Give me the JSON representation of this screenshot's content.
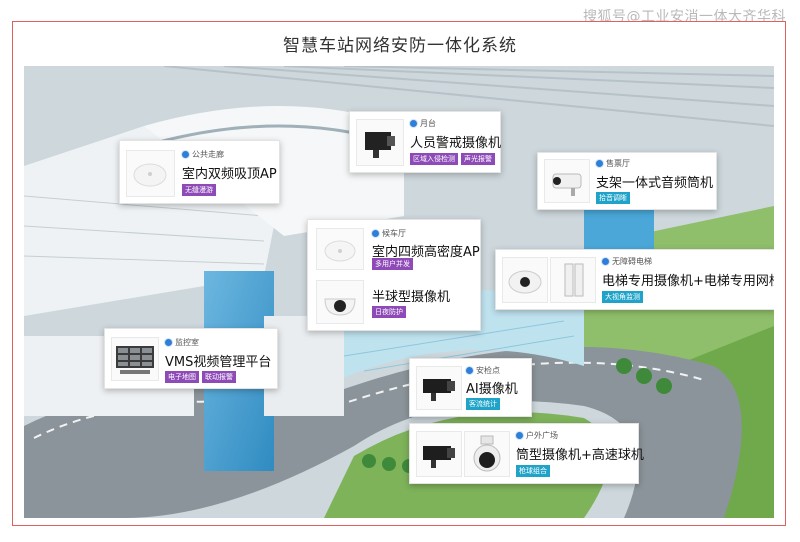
{
  "title": "智慧车站网络安防一体化系统",
  "watermark": "搜狐号@工业安消一体大齐华科",
  "colors": {
    "frame_border": "#e06060",
    "tag_purple": "#8e4bb8",
    "tag_cyan": "#1fa3c9",
    "pin_blue": "#2f7fd8"
  },
  "cards": {
    "public_corridor": {
      "location": "公共走廊",
      "name": "室内双频吸顶AP",
      "tags": [
        "无缝漫游"
      ]
    },
    "platform": {
      "location": "月台",
      "name": "人员警戒摄像机",
      "tags": [
        "区域入侵检测",
        "声光报警"
      ]
    },
    "ticket_office": {
      "location": "售票厅",
      "name": "支架一体式音频筒机",
      "tags": [
        "拾音调晰"
      ]
    },
    "waiting_hall": {
      "location": "候车厅",
      "name1": "室内四频高密度AP",
      "tags1": [
        "多用户并发"
      ],
      "name2": "半球型摄像机",
      "tags2": [
        "日夜防护"
      ]
    },
    "elevator": {
      "location": "无障碍电梯",
      "name": "电梯专用摄像机+电梯专用网桥",
      "tags": [
        "大视角监测"
      ]
    },
    "monitor_room": {
      "location": "监控室",
      "name": "VMS视频管理平台",
      "tags": [
        "电子地图",
        "联动报警"
      ]
    },
    "security_check": {
      "location": "安检点",
      "name": "AI摄像机",
      "tags": [
        "客流统计"
      ]
    },
    "outdoor_square": {
      "location": "户外广场",
      "name": "筒型摄像机+高速球机",
      "tags": [
        "枪球组合"
      ]
    }
  }
}
